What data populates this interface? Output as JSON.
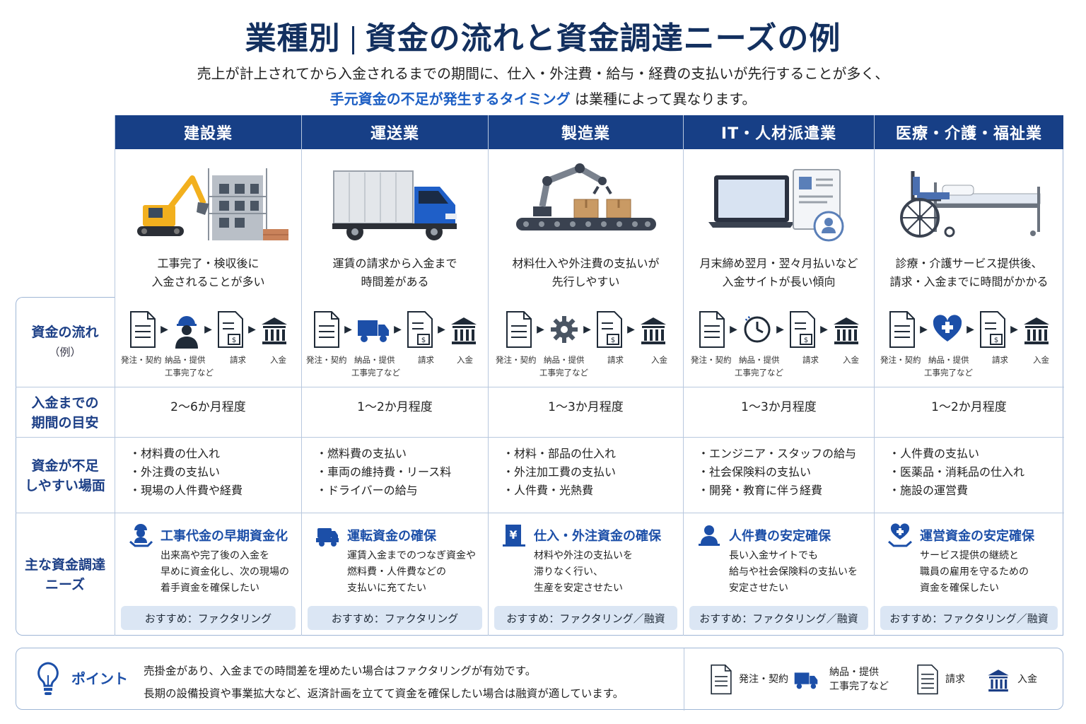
{
  "title": {
    "part1": "業種別",
    "part2": "資金の流れと資金調達ニーズの例"
  },
  "subtitle": {
    "line1": "売上が計上されてから入金されるまでの期間に、仕入・外注費・給与・経費の支払いが先行することが多く、",
    "line2_highlight": "手元資金の不足が発生するタイミング",
    "line2_rest": " は業種によって異なります。"
  },
  "row_labels": {
    "flow": "資金の流れ",
    "flow_sub": "（例）",
    "period_1": "入金までの",
    "period_2": "期間の目安",
    "shortage_1": "資金が不足",
    "shortage_2": "しやすい場面",
    "needs_1": "主な資金調達",
    "needs_2": "ニーズ"
  },
  "flow_labels": {
    "order": "発注・契約",
    "delivery": "納品・提供",
    "delivery_sub": "工事完了など",
    "invoice": "請求",
    "payment": "入金"
  },
  "industries": [
    {
      "name": "建設業",
      "desc1": "工事完了・検収後に",
      "desc2": "入金されることが多い",
      "period": "2～6か月程度",
      "bullets": [
        "・材料費の仕入れ",
        "・外注費の支払い",
        "・現場の人件費や経費"
      ],
      "need_title": "工事代金の早期資金化",
      "need_lines": [
        "出来高や完了後の入金を",
        "早めに資金化し、次の現場の",
        "着手資金を確保したい"
      ],
      "recommend": "おすすめ：ファクタリング"
    },
    {
      "name": "運送業",
      "desc1": "運賃の請求から入金まで",
      "desc2": "時間差がある",
      "period": "1～2か月程度",
      "bullets": [
        "・燃料費の支払い",
        "・車両の維持費・リース料",
        "・ドライバーの給与"
      ],
      "need_title": "運転資金の確保",
      "need_lines": [
        "運賃入金までのつなぎ資金や",
        "燃料費・人件費などの",
        "支払いに充てたい"
      ],
      "recommend": "おすすめ：ファクタリング"
    },
    {
      "name": "製造業",
      "desc1": "材料仕入や外注費の支払いが",
      "desc2": "先行しやすい",
      "period": "1～3か月程度",
      "bullets": [
        "・材料・部品の仕入れ",
        "・外注加工費の支払い",
        "・人件費・光熱費"
      ],
      "need_title": "仕入・外注資金の確保",
      "need_lines": [
        "材料や外注の支払いを",
        "滞りなく行い、",
        "生産を安定させたい"
      ],
      "recommend": "おすすめ：ファクタリング／融資"
    },
    {
      "name": "IT・人材派遣業",
      "desc1": "月末締め翌月・翌々月払いなど",
      "desc2": "入金サイトが長い傾向",
      "period": "1～3か月程度",
      "bullets": [
        "・エンジニア・スタッフの給与",
        "・社会保険料の支払い",
        "・開発・教育に伴う経費"
      ],
      "need_title": "人件費の安定確保",
      "need_lines": [
        "長い入金サイトでも",
        "給与や社会保険料の支払いを",
        "安定させたい"
      ],
      "recommend": "おすすめ：ファクタリング／融資"
    },
    {
      "name": "医療・介護・福祉業",
      "desc1": "診療・介護サービス提供後、",
      "desc2": "請求・入金までに時間がかかる",
      "period": "1～2か月程度",
      "bullets": [
        "・人件費の支払い",
        "・医薬品・消耗品の仕入れ",
        "・施設の運営費"
      ],
      "need_title": "運営資金の安定確保",
      "need_lines": [
        "サービス提供の継続と",
        "職員の雇用を守るための",
        "資金を確保したい"
      ],
      "recommend": "おすすめ：ファクタリング／融資"
    }
  ],
  "point": {
    "label": "ポイント",
    "line1": "売掛金があり、入金までの時間差を埋めたい場合はファクタリングが有効です。",
    "line2": "長期の設備投資や事業拡大など、返済計画を立てて資金を確保したい場合は融資が適しています。"
  },
  "legend": {
    "order": "発注・契約",
    "delivery_1": "納品・提供",
    "delivery_2": "工事完了など",
    "invoice": "請求",
    "payment": "入金"
  },
  "colors": {
    "navy": "#173f86",
    "accent": "#1c4fa8",
    "highlight": "#1d5fc4",
    "recommend_bg": "#dbe6f4"
  }
}
